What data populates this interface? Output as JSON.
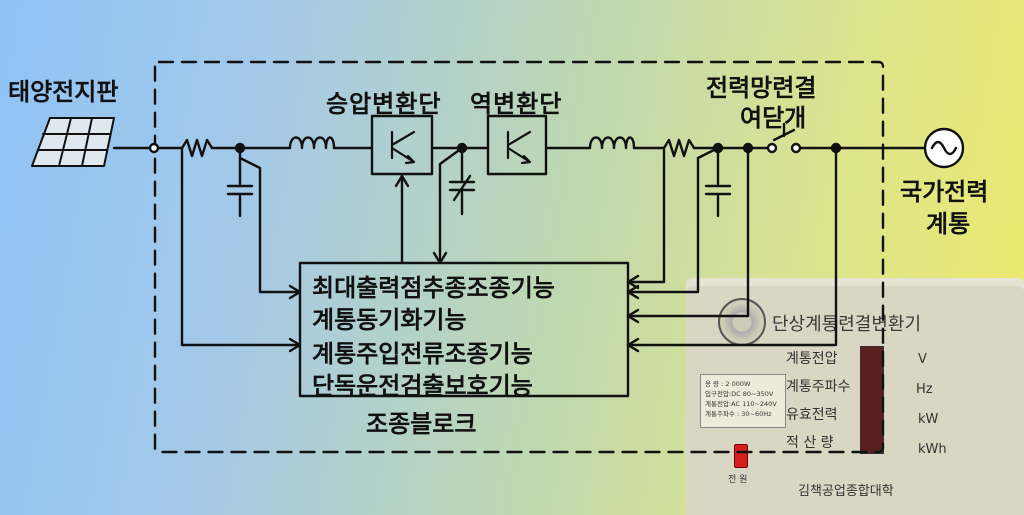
{
  "labels": {
    "solar_panel": "태양전지판",
    "boost_stage": "승압변환단",
    "inverter_stage": "역변환단",
    "grid_switch_line1": "전력망련결",
    "grid_switch_line2": "여닫개",
    "grid_line1": "국가전력",
    "grid_line2": "계통",
    "control_block": "조종블로크"
  },
  "functions": [
    "최대출력점추종조종기능",
    "계통동기화기능",
    "계통주입전류조종기능",
    "단독운전검출보호기능"
  ],
  "device": {
    "title": "단상계통련결변환기",
    "readouts": [
      "계통전압",
      "계통주파수",
      "유효전력",
      "적 산 량"
    ],
    "units": [
      "V",
      "Hz",
      "kW",
      "kWh"
    ],
    "spec_rows": [
      [
        "용    량 :",
        "2 000W"
      ],
      [
        "입구전압:DC",
        "80~350V"
      ],
      [
        "계통전압:AC",
        "110~240V"
      ],
      [
        "계통주파수 :",
        "30~60Hz"
      ]
    ],
    "power_label": "전  원",
    "maker": "김책공업종합대학"
  },
  "colors": {
    "line": "#111111",
    "device_body": "#d8d4c2",
    "display": "#5a1f1f",
    "power_button": "#d42020"
  }
}
